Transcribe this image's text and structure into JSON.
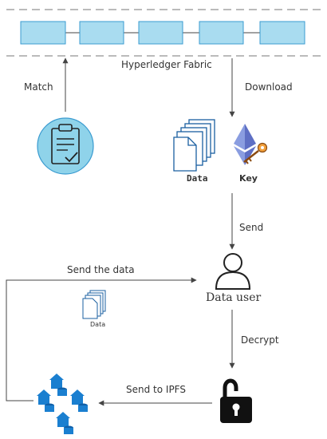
{
  "chain": {
    "label": "Hyperledger Fabric",
    "blocks": [
      "",
      "",
      "",
      "",
      ""
    ]
  },
  "labels": {
    "match": "Match",
    "download": "Download",
    "data_top": "Data",
    "key": "Key",
    "send": "Send",
    "send_the_data": "Send the data",
    "data_user": "Data user",
    "data_small": "Data",
    "decrypt": "Decrypt",
    "send_to_ipfs": "Send to IPFS"
  },
  "icons": {
    "clipboard": "clipboard-check-icon",
    "documents": "document-stack-icon",
    "ethereum": "ethereum-icon",
    "key": "key-icon",
    "user": "user-icon",
    "lock": "unlocked-padlock-icon",
    "ipfs": "database-cluster-icon"
  },
  "colors": {
    "block_fill": "#a9dcf0",
    "block_stroke": "#3a9bd0",
    "clipboard_bg": "#8fd3ea",
    "icon_blue": "#1a7fd0",
    "line": "#444444"
  }
}
